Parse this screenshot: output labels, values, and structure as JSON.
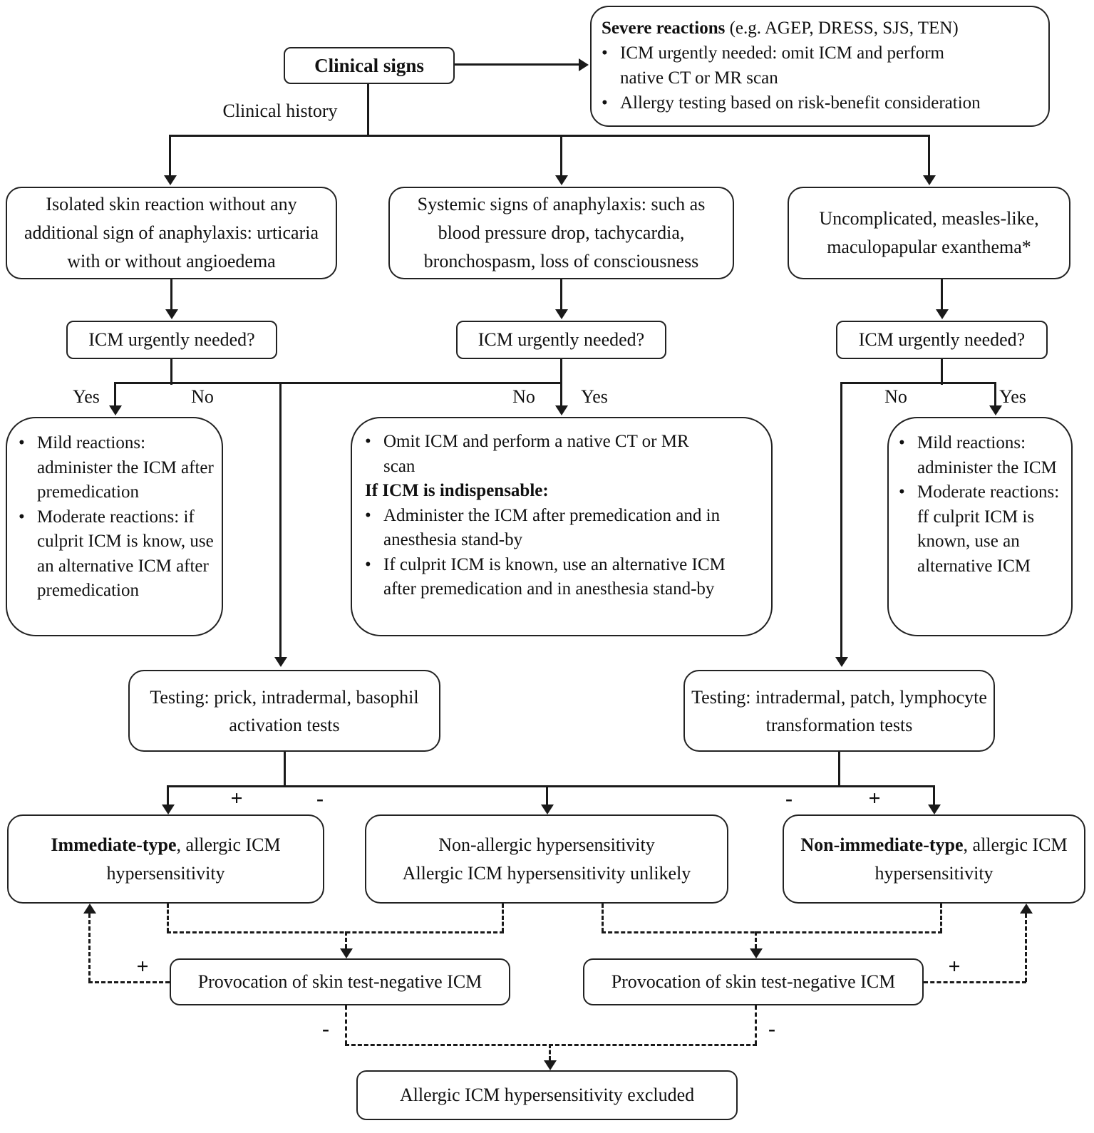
{
  "figure": {
    "background": "#ffffff",
    "line_color": "#1a1a1a",
    "text_color": "#111111"
  },
  "labels": {
    "clinical_history": "Clinical history",
    "yes": "Yes",
    "no": "No",
    "plus": "+",
    "minus": "-",
    "bullet": "•"
  },
  "nodes": {
    "clinical_signs": "Clinical signs",
    "severe": {
      "title_bold": "Severe reactions",
      "title_rest": " (e.g. AGEP, DRESS, SJS, TEN)",
      "bullets": [
        "ICM urgently needed: omit ICM and perform native CT or MR scan",
        "Allergy testing based on risk-benefit consideration"
      ]
    },
    "isolated": "Isolated skin reaction without any additional sign of anaphylaxis: urticaria with or without angioedema",
    "systemic": "Systemic signs of anaphylaxis: such as blood pressure drop, tachycardia, bronchospasm, loss of consciousness",
    "exanthema": "Uncomplicated, measles-like, maculopapular exanthema*",
    "icm_urgent": "ICM urgently needed?",
    "mild_left": {
      "bullets": [
        "Mild reactions: administer the ICM after premedication",
        "Moderate reactions: if culprit ICM is know, use an alternative ICM after premedication"
      ]
    },
    "omit_middle": {
      "bullet1": "Omit ICM and perform a native CT or MR scan",
      "bold_line": "If ICM is indispensable:",
      "bullets": [
        "Administer the ICM after premedication and in anesthesia stand-by",
        "If culprit ICM is known, use an alternative ICM after premedication and in anesthesia stand-by"
      ]
    },
    "mild_right": {
      "bullets": [
        "Mild reactions: administer the ICM",
        "Moderate reactions: ff culprit ICM is known, use an alternative ICM"
      ]
    },
    "testing_left": "Testing: prick, intradermal, basophil activation tests",
    "testing_right": "Testing: intradermal, patch, lymphocyte transformation tests",
    "result_immediate": {
      "bold": "Immediate-type",
      "rest": ", allergic ICM hypersensitivity"
    },
    "result_nonallergic": {
      "lines": [
        "Non-allergic hypersensitivity",
        "Allergic ICM hypersensitivity unlikely"
      ]
    },
    "result_nonimmediate": {
      "bold": "Non-immediate-type",
      "rest": ", allergic ICM hypersensitivity"
    },
    "provocation": "Provocation of skin test-negative ICM",
    "excluded": "Allergic ICM hypersensitivity excluded"
  }
}
